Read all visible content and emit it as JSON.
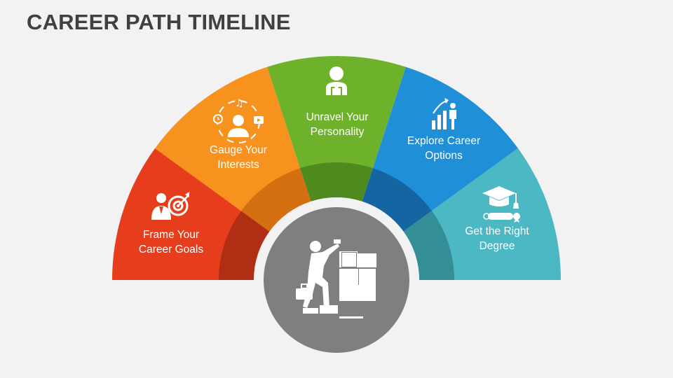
{
  "title": "CAREER PATH TIMELINE",
  "segments": [
    {
      "label_line1": "Frame Your",
      "label_line2": "Career Goals",
      "icon": "businessman-target-icon",
      "color": "#e63e1c",
      "inner_color": "#b02f14"
    },
    {
      "label_line1": "Gauge Your",
      "label_line2": "Interests",
      "icon": "person-interests-icon",
      "color": "#f7921e",
      "inner_color": "#d47012"
    },
    {
      "label_line1": "Unravel Your",
      "label_line2": "Personality",
      "icon": "person-puzzle-icon",
      "color": "#6db22a",
      "inner_color": "#4f8a1f"
    },
    {
      "label_line1": "Explore Career",
      "label_line2": "Options",
      "icon": "career-growth-chart-icon",
      "color": "#1f8fd8",
      "inner_color": "#1665a3"
    },
    {
      "label_line1": "Get the Right",
      "label_line2": "Degree",
      "icon": "graduation-cap-diploma-icon",
      "color": "#4cb8c4",
      "inner_color": "#348e97"
    }
  ],
  "center": {
    "icon": "person-stacking-boxes-icon",
    "color": "#7f7f7f"
  }
}
